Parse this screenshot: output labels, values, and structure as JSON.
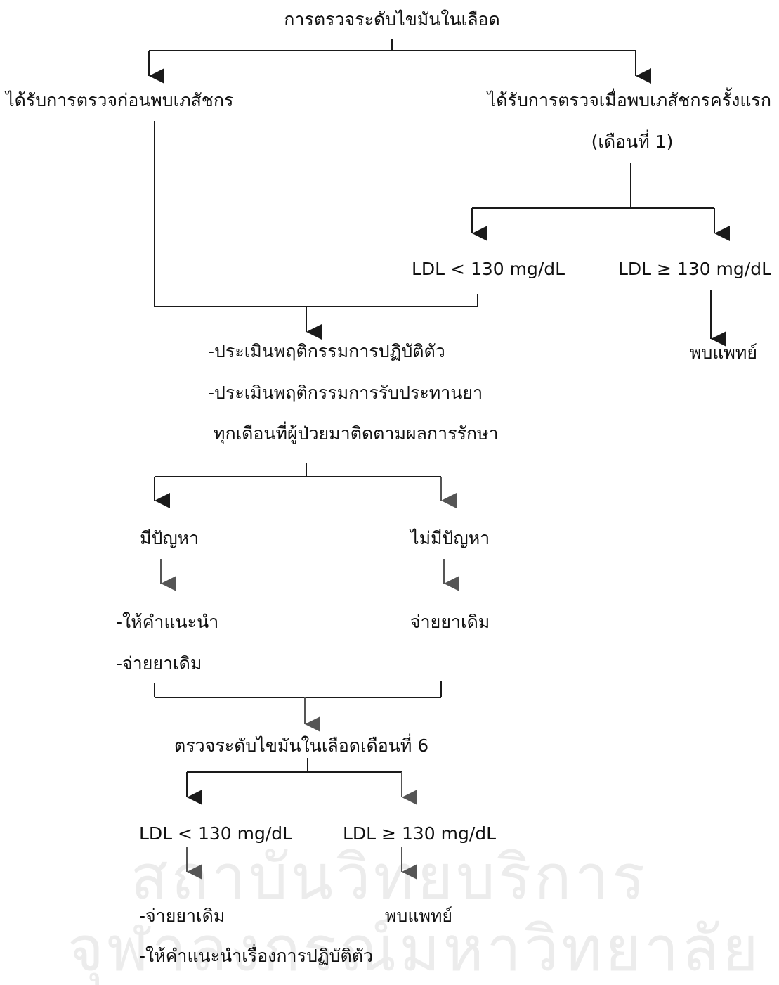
{
  "title": "การตรวจระดับไขมันในเลือด",
  "branch_left": "ได้รับการตรวจก่อนพบเภสัชกร",
  "branch_right": "ได้รับการตรวจเมื่อพบเภสัชกรครั้งแรก",
  "branch_right_sub": "(เดือนที่ 1)",
  "ldl_low_1": "LDL < 130 mg/dL",
  "ldl_high_1": "LDL ≥ 130 mg/dL",
  "see_doctor_1": "พบแพทย์",
  "assess_1": "-ประเมินพฤติกรรมการปฏิบัติตัว",
  "assess_2": "-ประเมินพฤติกรรมการรับประทานยา",
  "assess_3": "ทุกเดือนที่ผู้ป่วยมาติดตามผลการรักษา",
  "has_problem": "มีปัญหา",
  "no_problem": "ไม่มีปัญหา",
  "advice": "-ให้คำแนะนำ",
  "same_drug_dash": "-จ่ายยาเดิม",
  "same_drug": "จ่ายยาเดิม",
  "month6_check": "ตรวจระดับไขมันในเลือดเดือนที่ 6",
  "ldl_low_2": "LDL < 130 mg/dL",
  "ldl_high_2": "LDL ≥ 130 mg/dL",
  "same_drug_dash_2": "-จ่ายยาเดิม",
  "see_doctor_2": "พบแพทย์",
  "advice_behavior": "-ให้คำแนะนำเรื่องการปฏิบัติตัว",
  "watermark_1": "สถาบันวิทยบริการ",
  "watermark_2": "จุฬาลงกรณ์มหาวิทยาลัย"
}
